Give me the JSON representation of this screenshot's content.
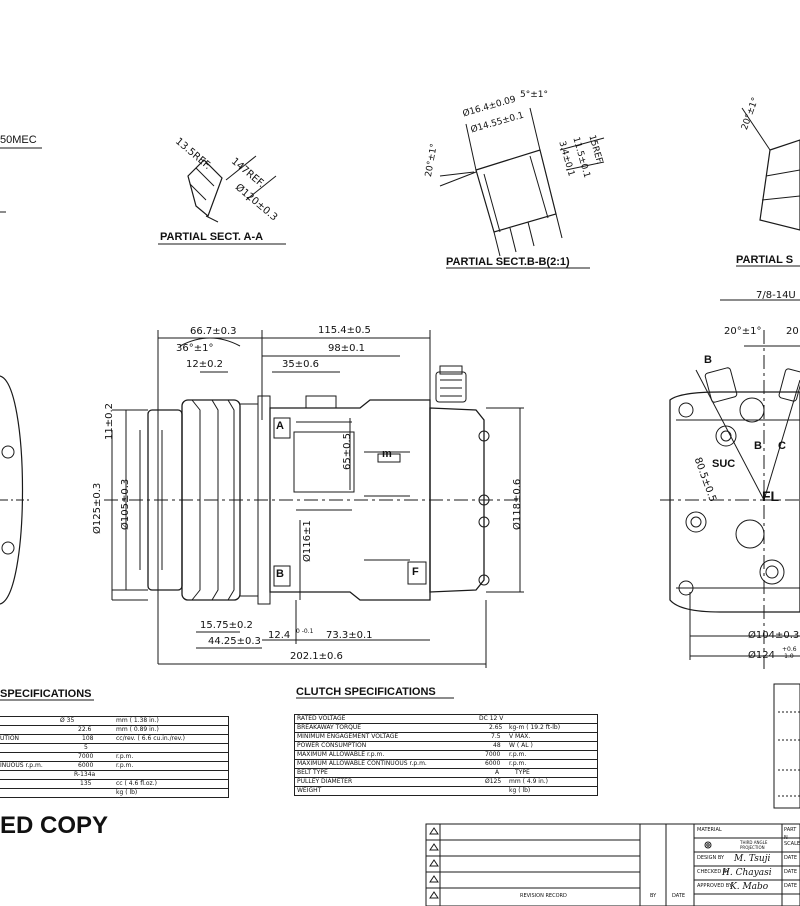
{
  "sections": {
    "top_left_partial": "50MEC",
    "section_aa": "PARTIAL SECT. A-A",
    "section_bb": "PARTIAL SECT.B-B(2:1)",
    "section_cc": "PARTIAL S"
  },
  "dims": {
    "aa_1": "13.5REF.",
    "aa_2": "147REF.",
    "aa_3": "Ø120±0.3",
    "bb_1": "Ø16.4±0.09",
    "bb_2": "Ø14.55±0.1",
    "bb_3": "5°±1°",
    "bb_4": "20°±1°",
    "bb_5": "15REF.",
    "bb_6": "11.5±0.1",
    "bb_7": "3.4±0.1",
    "cc_1": "20°±1°",
    "front_1": "66.7±0.3",
    "front_2": "115.4±0.5",
    "front_3": "98±0.1",
    "front_4": "36°±1°",
    "front_5": "12±0.2",
    "front_6": "35±0.6",
    "front_7": "11±0.2",
    "front_8": "Ø125±0.3",
    "front_9": "Ø105±0.3",
    "front_10": "65±0.5",
    "front_11": "Ø116±1",
    "front_12": "Ø118±0.6",
    "front_13": "15.75±0.2",
    "front_14": "44.25±0.3",
    "front_15": "12.4",
    "front_15b": "0 -0.1",
    "front_16": "73.3±0.1",
    "front_17": "202.1±0.6",
    "right_1": "7/8-14U",
    "right_2": "20°±1°",
    "right_3": "20",
    "right_4": "80.5±0.5",
    "right_5": "Ø104±0.3",
    "right_6": "Ø124",
    "right_6b": "+0.6 -1.0",
    "letter_a": "A",
    "letter_b": "B",
    "letter_m": "m",
    "letter_f": "F",
    "letter_b2": "B",
    "letter_b3": "B",
    "letter_c": "C",
    "letter_suc": "SUC",
    "letter_fl": "FL"
  },
  "comp_spec": {
    "title": "SPECIFICATIONS",
    "rows": [
      {
        "label": "",
        "value": "Ø   35",
        "unit": "mm (   1.38   in.)"
      },
      {
        "label": "",
        "value": "22.6",
        "unit": "mm (   0.89   in.)"
      },
      {
        "label": "UTION",
        "value": "108",
        "unit": "cc/rev. (   6.6   cu.in./rev.)"
      },
      {
        "label": "",
        "value": "5",
        "unit": ""
      },
      {
        "label": "",
        "value": "7000",
        "unit": "r.p.m."
      },
      {
        "label": "INUOUS r.p.m.",
        "value": "6000",
        "unit": "r.p.m."
      },
      {
        "label": "",
        "value": "R-134a",
        "unit": ""
      },
      {
        "label": "",
        "value": "135",
        "unit": "cc (   4.6   fl.oz.)"
      },
      {
        "label": "",
        "value": "",
        "unit": "kg (            lb)"
      }
    ]
  },
  "clutch_spec": {
    "title": "CLUTCH SPECIFICATIONS",
    "rows": [
      {
        "label": "RATED VOLTAGE",
        "value": "DC 12 V",
        "unit": ""
      },
      {
        "label": "BREAKAWAY TORQUE",
        "value": "2.65",
        "unit": "kg-m (  19.2  ft-lb)"
      },
      {
        "label": "MINIMUM ENGAGEMENT VOLTAGE",
        "value": "7.5",
        "unit": "V MAX."
      },
      {
        "label": "POWER CONSUMPTION",
        "value": "48",
        "unit": "W ( AL )"
      },
      {
        "label": "MAXIMUM ALLOWABLE r.p.m.",
        "value": "7000",
        "unit": "r.p.m."
      },
      {
        "label": "MAXIMUM ALLOWABLE CONTINUOUS r.p.m.",
        "value": "6000",
        "unit": "r.p.m."
      },
      {
        "label": "BELT TYPE",
        "value": "A",
        "unit": "TYPE"
      },
      {
        "label": "PULLEY DIAMETER",
        "value": "Ø125",
        "unit": "mm (   4.9   in.)"
      },
      {
        "label": "WEIGHT",
        "value": "",
        "unit": "kg (           lb)"
      }
    ]
  },
  "stamp": "ED COPY",
  "title_block": {
    "revision_record": "REVISION RECORD",
    "by": "BY",
    "date": "DATE",
    "material": "MATERIAL",
    "third_angle": "THIRD ANGLE PROJECTION",
    "scale": "SCALE",
    "design_by": "DESIGN BY",
    "checked_by": "CHECKED BY",
    "approved_by": "APPROVED BY",
    "date2": "DATE",
    "date3": "DATE",
    "date4": "DATE",
    "part_no": "PART N",
    "sig1": "M. Tsuji",
    "sig2": "H. Chayasi",
    "sig3": "K. Mabo"
  }
}
